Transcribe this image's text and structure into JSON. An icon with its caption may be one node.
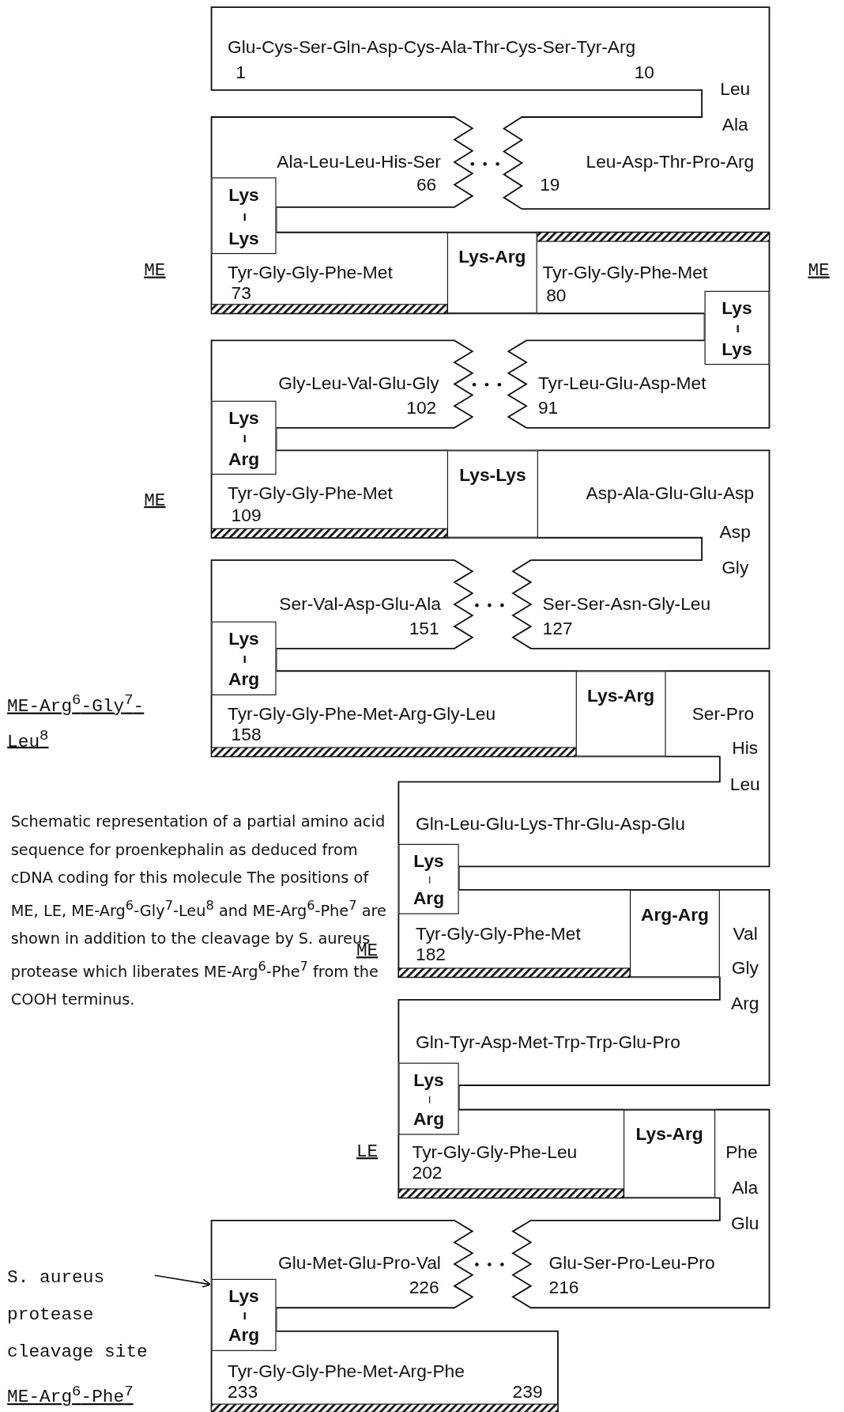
{
  "diagram": {
    "caption": "Schematic representation of a partial amino acid sequence for proenkephalin as deduced from cDNA coding for this molecule The positions of ME, LE, ME-Arg$^{6}$-Gly$^{7}$-Leu$^{8}$ and ME-Arg$^{6}$-Phe$^{7}$ are shown in addition to the cleavage by S. aureus protease which liberates ME-Arg$^{6}$-Phe$^{7}$ from the COOH terminus.",
    "nodes": [
      {
        "text": [
          "Glu-Cys-Ser-Gln-Asp-Cys-Ala-Thr-Cys-Ser-Tyr-Arg",
          "1",
          "10",
          "Leu",
          "Ala",
          "Leu-Asp-Thr-Pro-Arg",
          "19"
        ]
      },
      {
        "text": [
          "Ala-Leu-Leu-His-Ser",
          "66",
          "Tyr-Gly-Gly-Phe-Met",
          "73",
          "Tyr-Gly-Gly-Phe-Met",
          "80",
          "Tyr-Leu-Glu-Asp-Met",
          "91"
        ]
      },
      {
        "text": [
          "Lys",
          "Lys"
        ],
        "in": 1
      },
      {
        "text": [
          "Lys-Arg"
        ],
        "in": 1
      },
      {
        "text": [
          "Lys",
          "Lys"
        ],
        "in": 1
      },
      {
        "text": [
          "Gly-Leu-Val-Glu-Gly",
          "102",
          "Tyr-Gly-Gly-Phe-Met",
          "109",
          "Asp-Ala-Glu-Glu-Asp",
          "Asp",
          "Gly",
          "Ser-Ser-Asn-Gly-Leu",
          "127"
        ]
      },
      {
        "text": [
          "Lys",
          "Arg"
        ],
        "in": 5
      },
      {
        "text": [
          "Lys-Lys"
        ],
        "in": 5
      },
      {
        "text": [
          "Ser-Val-Asp-Glu-Ala",
          "151",
          "Tyr-Gly-Gly-Phe-Met-Arg-Gly-Leu",
          "158",
          "Ser-Pro",
          "His",
          "Leu",
          "Gln-Leu-Glu-Lys-Thr-Glu-Asp-Glu",
          "Tyr-Gly-Gly-Phe-Met",
          "182",
          "Val",
          "Gly",
          "Arg",
          "Gln-Tyr-Asp-Met-Trp-Trp-Glu-Pro",
          "Tyr-Gly-Gly-Phe-Leu",
          "202",
          "Phe",
          "Ala",
          "Glu",
          "Glu-Ser-Pro-Leu-Pro",
          "216"
        ]
      },
      {
        "text": [
          "Lys",
          "Arg"
        ],
        "in": 8
      },
      {
        "text": [
          "Lys-Arg"
        ],
        "in": 8
      },
      {
        "text": [
          "Lys",
          "Arg"
        ],
        "in": 8
      },
      {
        "text": [
          "Arg-Arg"
        ],
        "in": 8
      },
      {
        "text": [
          "Lys",
          "Arg"
        ],
        "in": 8
      },
      {
        "text": [
          "Lys-Arg"
        ],
        "in": 8
      },
      {
        "text": [
          "Glu-Met-Glu-Pro-Val",
          "226",
          "Tyr-Gly-Gly-Phe-Met-Arg-Phe",
          "233",
          "239"
        ]
      },
      {
        "text": [
          "Lys",
          "Arg"
        ],
        "in": 15
      },
      {
        "text": [
          "S. aureus protease cleavage site"
        ]
      }
    ],
    "edges": [
      {
        "from": 17,
        "to": 16,
        "arrow": "to"
      }
    ],
    "labels": [
      "ME",
      "ME",
      "ME",
      "ME-Arg$^{6}$-Gly$^{7}$-Leu$^{8}$",
      "ME",
      "LE",
      "ME-Arg$^{6}$-Phe$^{7}$"
    ]
  }
}
